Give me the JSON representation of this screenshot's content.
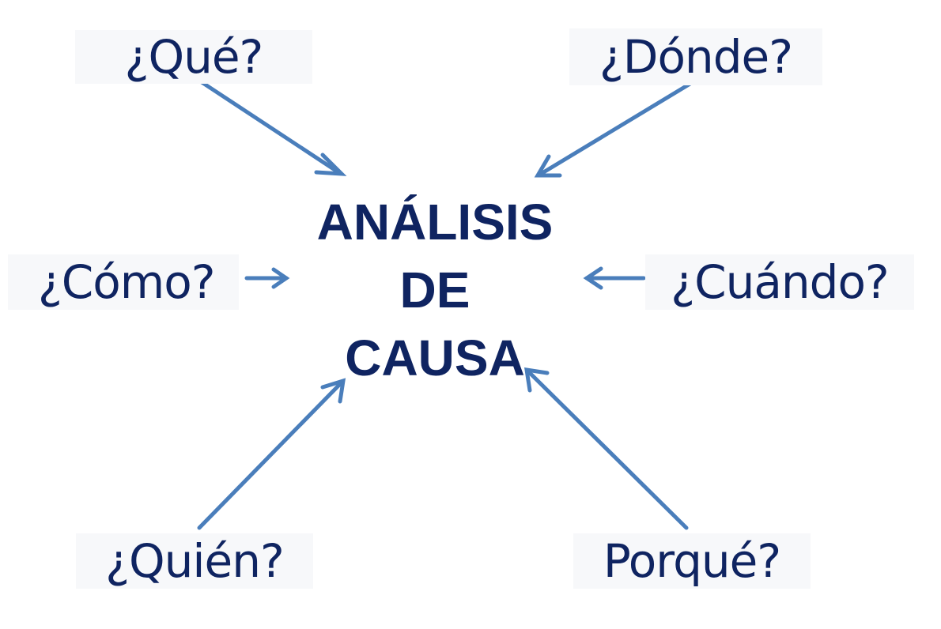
{
  "diagram": {
    "center": {
      "lines": [
        "ANÁLISIS",
        "DE",
        "CAUSA"
      ]
    },
    "questions": {
      "que": "¿Qué?",
      "donde": "¿Dónde?",
      "como": "¿Cómo?",
      "cuando": "¿Cuándo?",
      "quien": "¿Quién?",
      "porque": "Porqué?"
    },
    "colors": {
      "text": "#0f2461",
      "arrow": "#4a7ebb",
      "label_background": "#f7f8fa"
    }
  }
}
